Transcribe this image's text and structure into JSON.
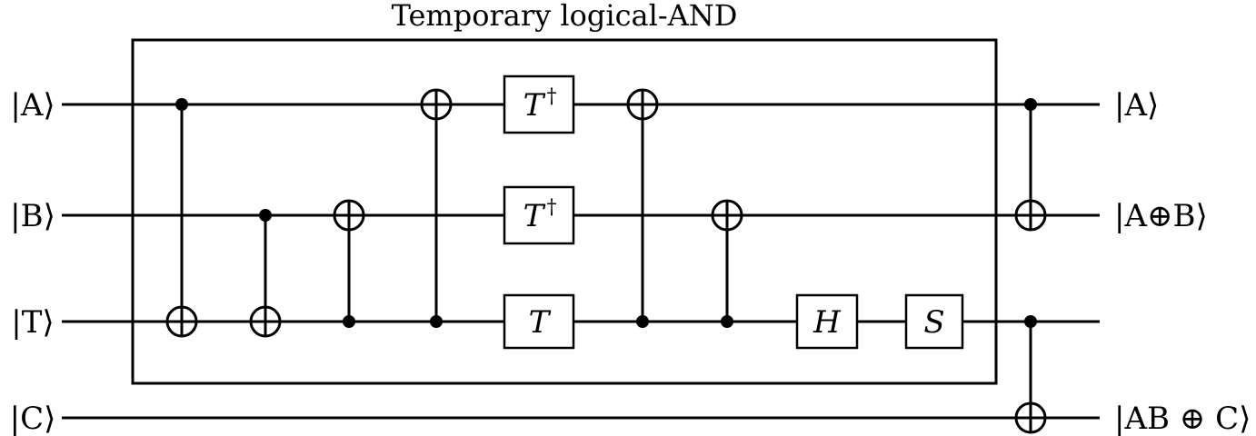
{
  "title": "Temporary logical-AND",
  "inputs": [
    "|A⟩",
    "|B⟩",
    "|T⟩",
    "|C⟩"
  ],
  "outputs": [
    "|A⟩",
    "|A⊕B⟩",
    "",
    "|AB ⊕ C⟩"
  ],
  "gates": [
    {
      "type": "cnot",
      "control": 0,
      "target": 2
    },
    {
      "type": "cnot",
      "control": 1,
      "target": 2
    },
    {
      "type": "cnot",
      "control": 2,
      "target": 1
    },
    {
      "type": "cnot",
      "control": 2,
      "target": 0
    },
    {
      "type": "single",
      "wire": 0,
      "label": "T",
      "sup": "†"
    },
    {
      "type": "single",
      "wire": 1,
      "label": "T",
      "sup": "†"
    },
    {
      "type": "single",
      "wire": 2,
      "label": "T",
      "sup": ""
    },
    {
      "type": "cnot",
      "control": 2,
      "target": 0
    },
    {
      "type": "cnot",
      "control": 2,
      "target": 1
    },
    {
      "type": "single",
      "wire": 2,
      "label": "H",
      "sup": ""
    },
    {
      "type": "single",
      "wire": 2,
      "label": "S",
      "sup": ""
    },
    {
      "type": "cnot",
      "control": 0,
      "target": 1
    },
    {
      "type": "cnot",
      "control": 2,
      "target": 3
    }
  ]
}
